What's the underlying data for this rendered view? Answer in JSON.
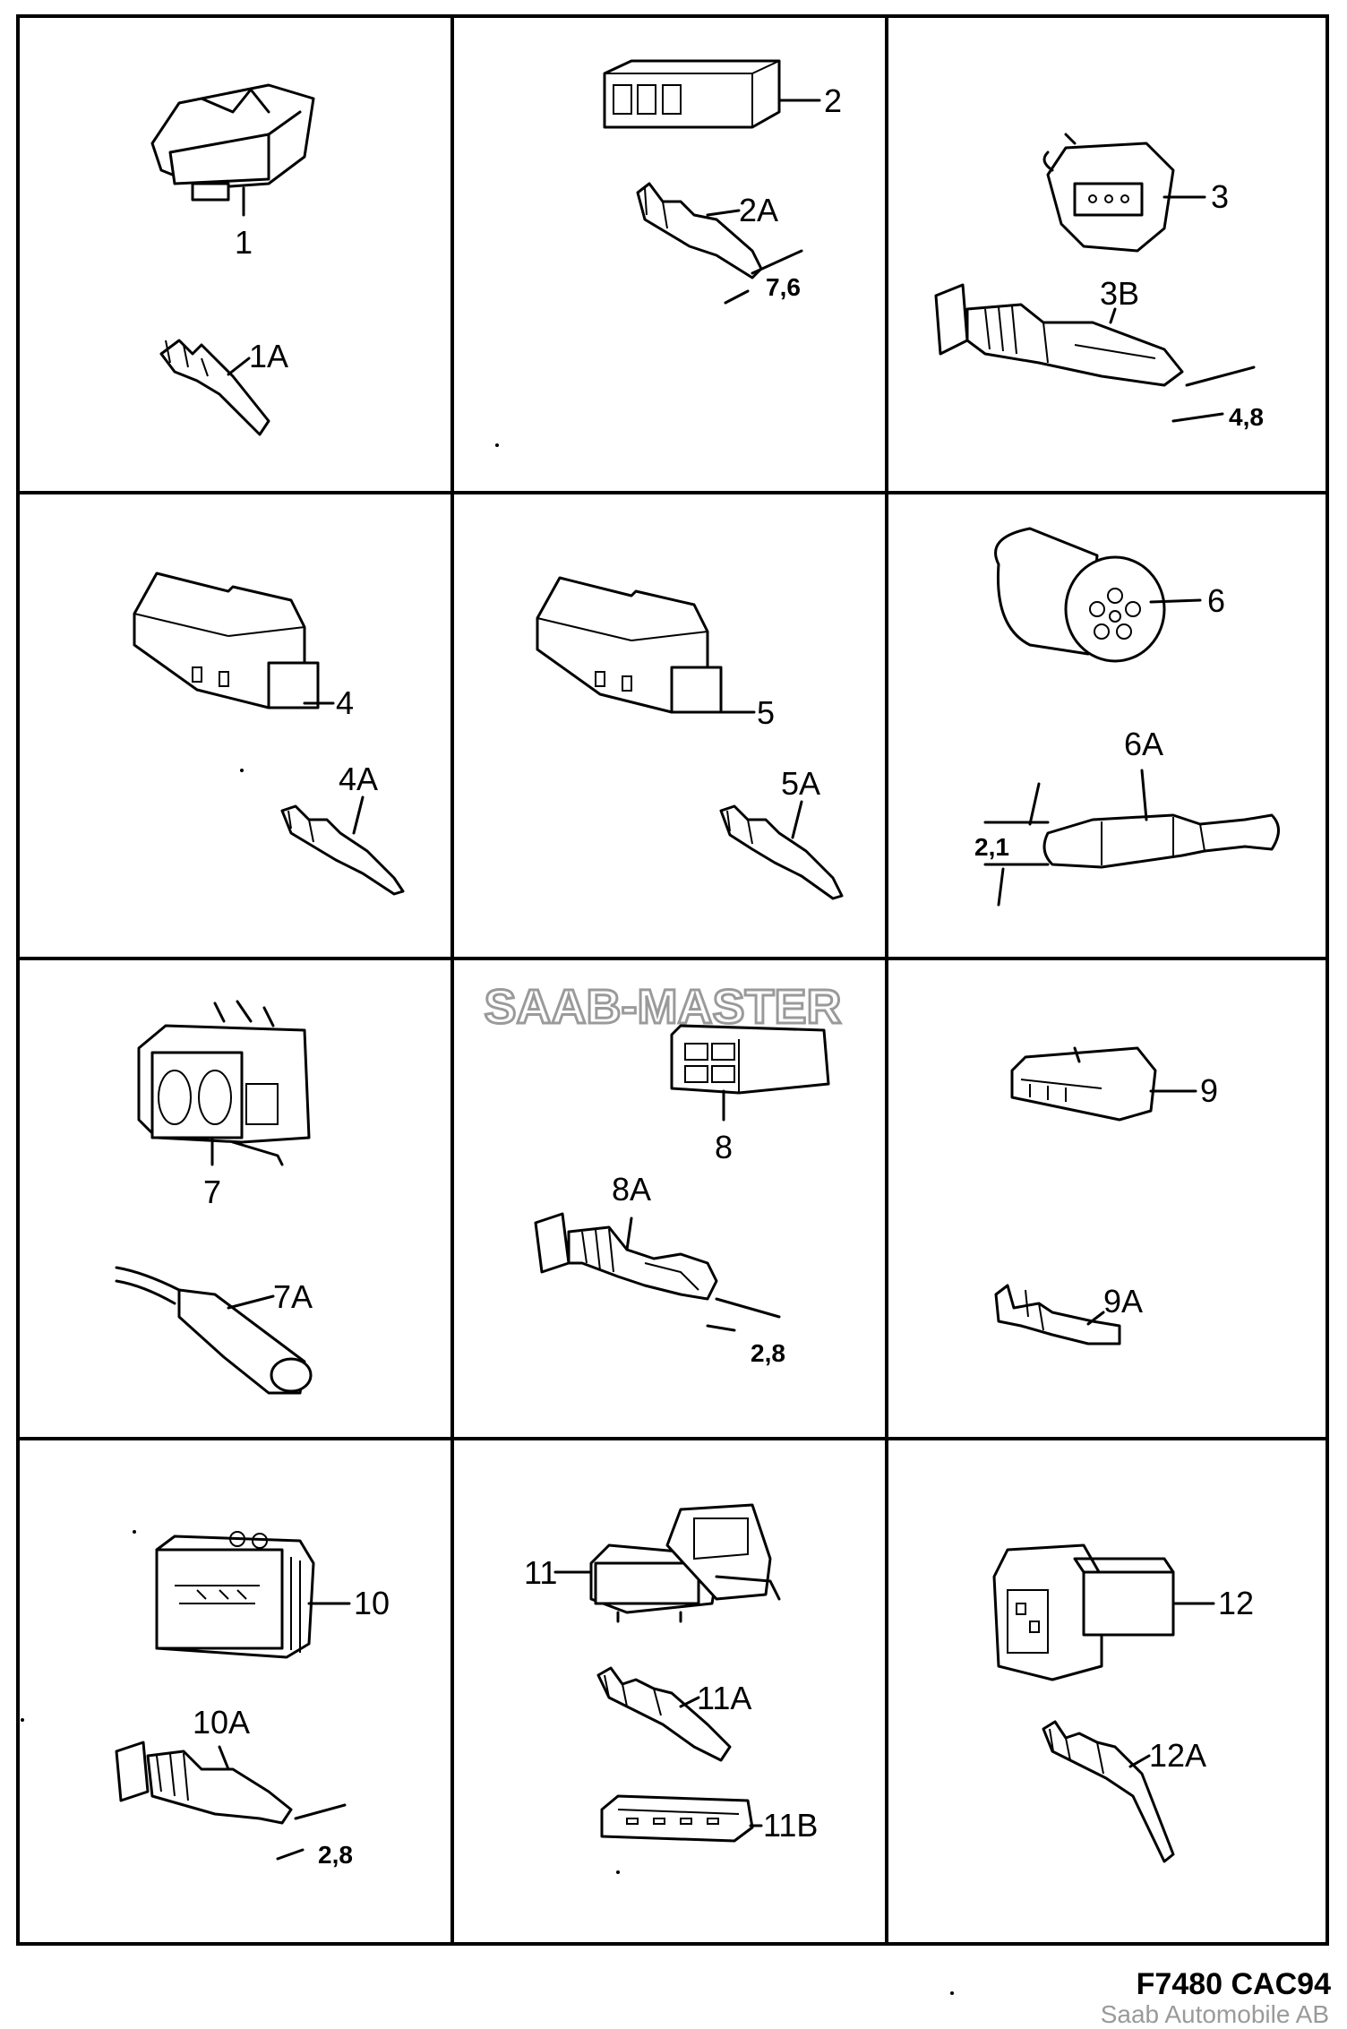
{
  "watermark": "SAAB-MASTER",
  "footer": {
    "code": "F7480 CAC94",
    "brand": "Saab Automobile AB"
  },
  "cells": [
    {
      "id": "1",
      "labels": [
        "1",
        "1A"
      ]
    },
    {
      "id": "2",
      "labels": [
        "2",
        "2A"
      ],
      "dimension": "7,6"
    },
    {
      "id": "3",
      "labels": [
        "3",
        "3B"
      ],
      "dimension": "4,8"
    },
    {
      "id": "4",
      "labels": [
        "4",
        "4A"
      ]
    },
    {
      "id": "5",
      "labels": [
        "5",
        "5A"
      ]
    },
    {
      "id": "6",
      "labels": [
        "6",
        "6A"
      ],
      "dimension": "2,1"
    },
    {
      "id": "7",
      "labels": [
        "7",
        "7A"
      ]
    },
    {
      "id": "8",
      "labels": [
        "8",
        "8A"
      ],
      "dimension": "2,8"
    },
    {
      "id": "9",
      "labels": [
        "9",
        "9A"
      ]
    },
    {
      "id": "10",
      "labels": [
        "10",
        "10A"
      ],
      "dimension": "2,8"
    },
    {
      "id": "11",
      "labels": [
        "11",
        "11A",
        "11B"
      ]
    },
    {
      "id": "12",
      "labels": [
        "12",
        "12A"
      ]
    }
  ]
}
